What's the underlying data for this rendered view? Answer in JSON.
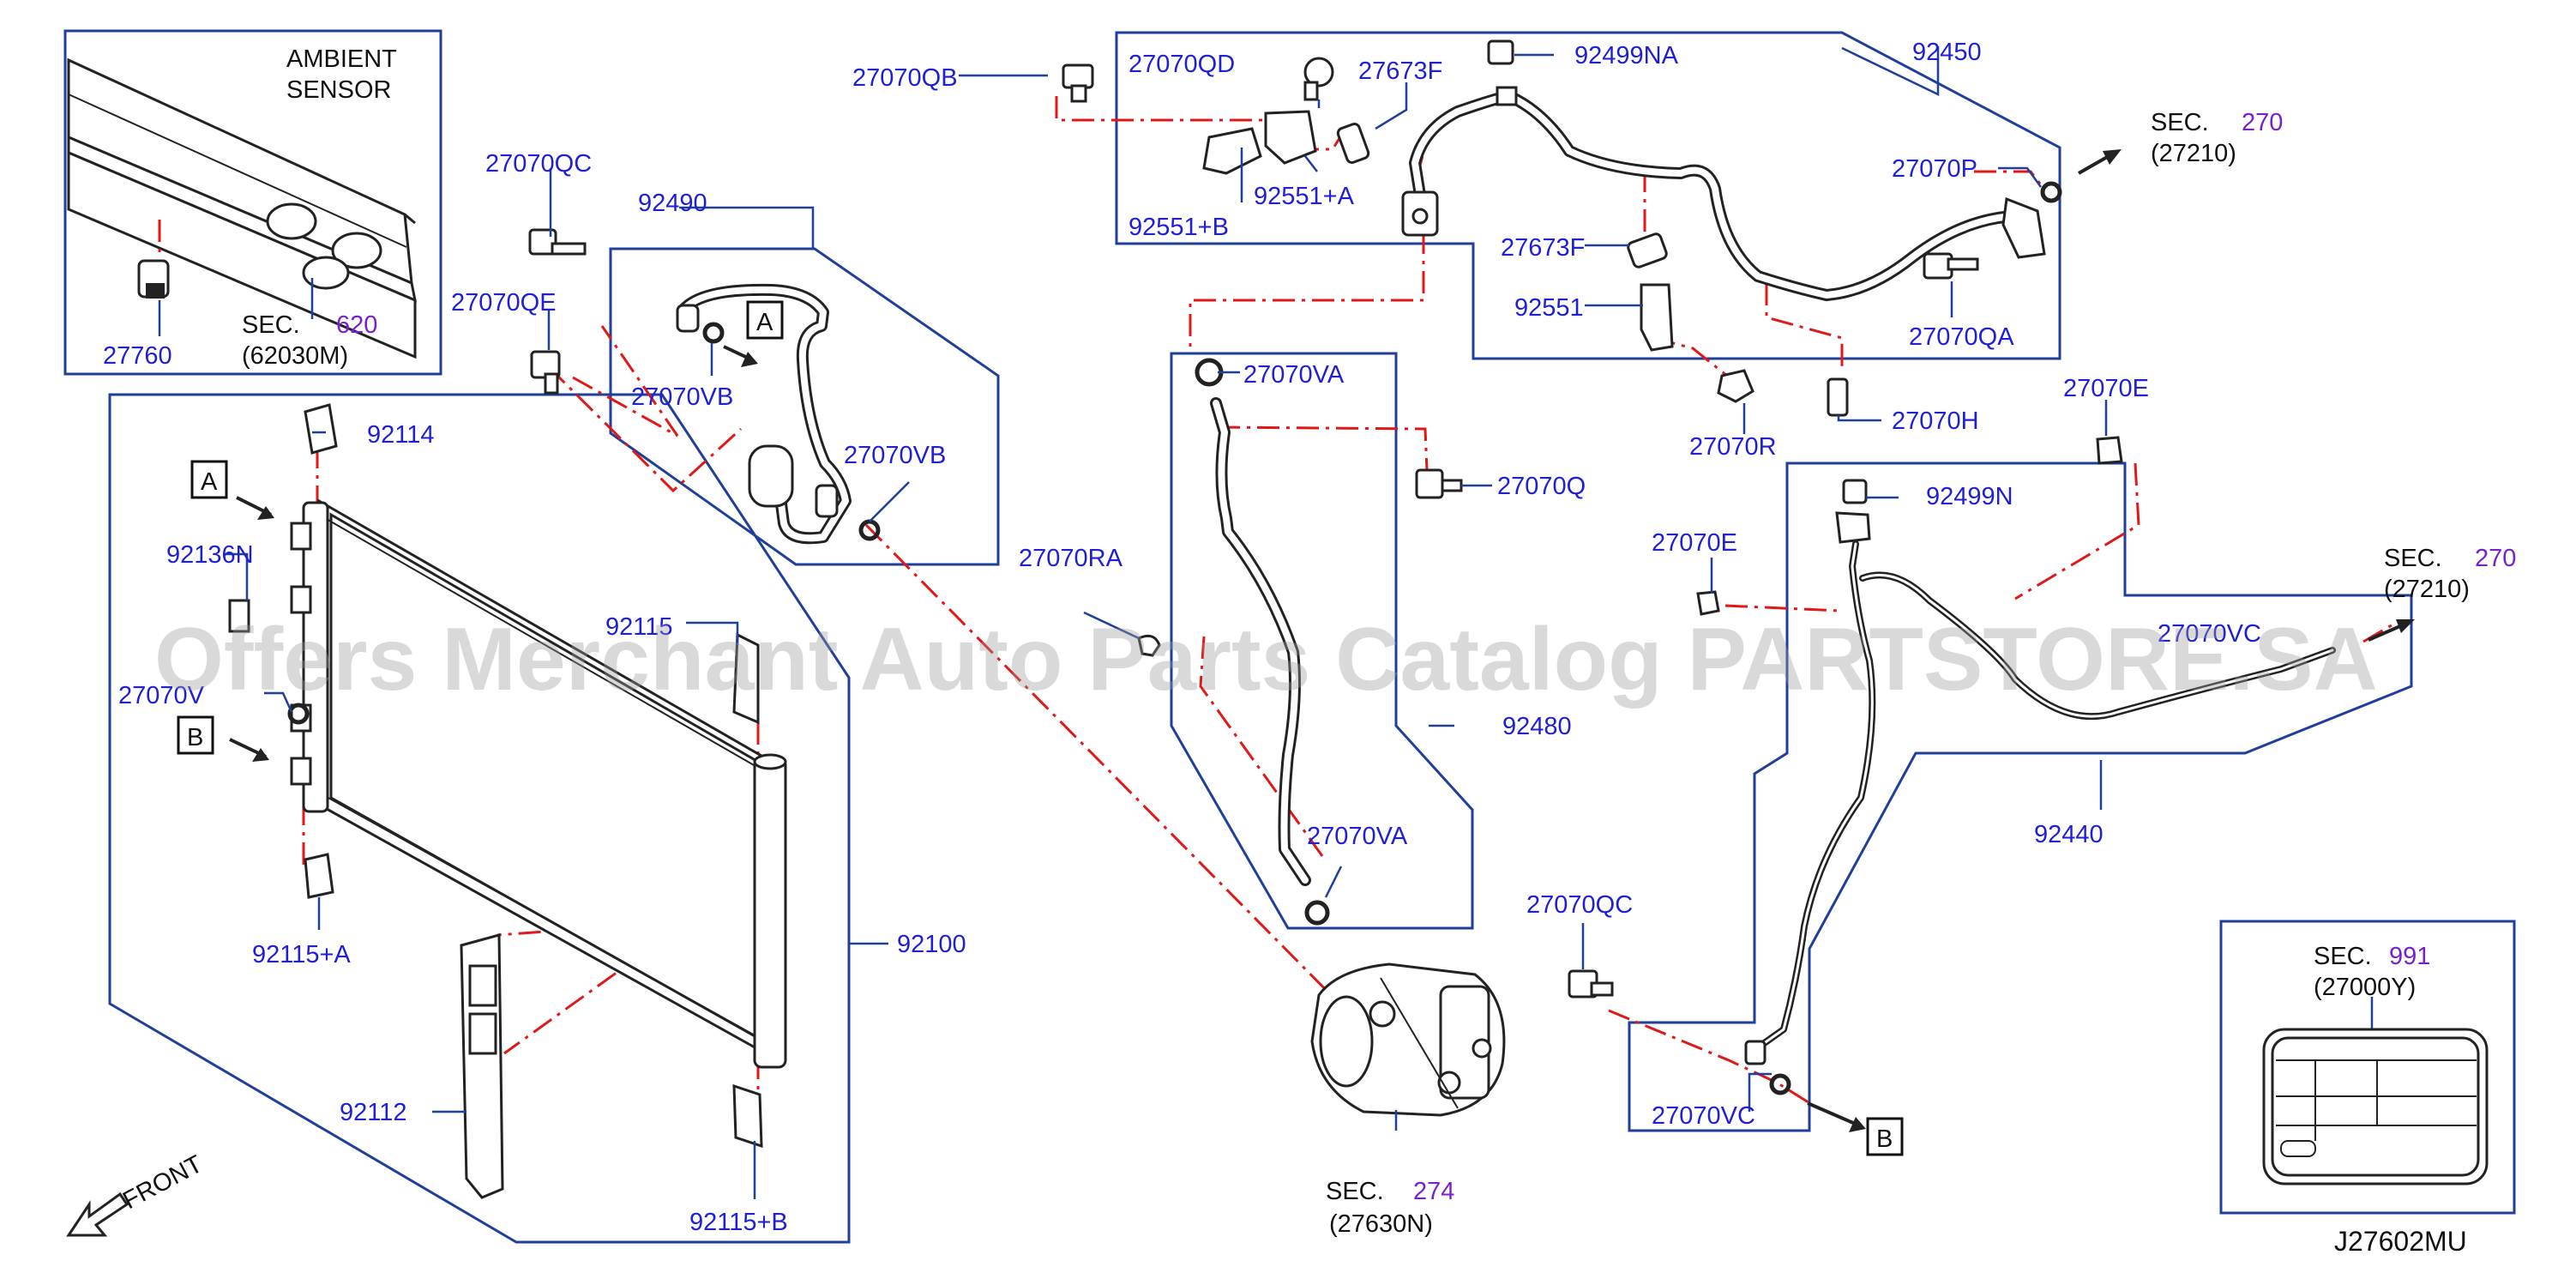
{
  "watermark": "Offers Merchant Auto Parts Catalog PARTSTORE.SA",
  "drawing_code": "J27602MU",
  "front_label": "FRONT",
  "ambient_sensor_label": [
    "AMBIENT",
    "SENSOR"
  ],
  "view_markers": [
    "A",
    "B"
  ],
  "sections": {
    "sensor": {
      "prefix": "SEC.",
      "number": "620",
      "code": "(62030M)"
    },
    "hose_upper": {
      "prefix": "SEC.",
      "number": "270",
      "code": "(27210)"
    },
    "hose_lower": {
      "prefix": "SEC.",
      "number": "270",
      "code": "(27210)"
    },
    "compressor": {
      "prefix": "SEC.",
      "number": "274",
      "code": "(27630N)"
    },
    "label_plate": {
      "prefix": "SEC.",
      "number": "991",
      "code": "(27000Y)"
    }
  },
  "part_numbers": {
    "p27760": "27760",
    "p27070QC_top": "27070QC",
    "p92490": "92490",
    "p27070QE": "27070QE",
    "p27070VB_1": "27070VB",
    "p27070VB_2": "27070VB",
    "p92114": "92114",
    "p92136N": "92136N",
    "p27070V": "27070V",
    "p92115": "92115",
    "p92115A": "92115+A",
    "p92100": "92100",
    "p92112": "92112",
    "p92115B": "92115+B",
    "p27070QB": "27070QB",
    "p27070QD": "27070QD",
    "p27673F_1": "27673F",
    "p92499NA": "92499NA",
    "p92450": "92450",
    "p92551B": "92551+B",
    "p92551A": "92551+A",
    "p27070P": "27070P",
    "p27673F_2": "27673F",
    "p92551": "92551",
    "p27070QA": "27070QA",
    "p27070VA_1": "27070VA",
    "p27070R": "27070R",
    "p27070H": "27070H",
    "p27070Q": "27070Q",
    "p27070RA": "27070RA",
    "p92480": "92480",
    "p27070VA_2": "27070VA",
    "p27070E_1": "27070E",
    "p92499N": "92499N",
    "p27070E_2": "27070E",
    "p27070VC_partial": "27070VC",
    "p92440": "92440",
    "p27070QC_bottom": "27070QC",
    "p27070VC": "27070VC"
  },
  "colors": {
    "part_number": "#1f1fd6",
    "section_number": "#7a1fd0",
    "group_box": "#1f3f9a",
    "center_line": "#e01818"
  }
}
